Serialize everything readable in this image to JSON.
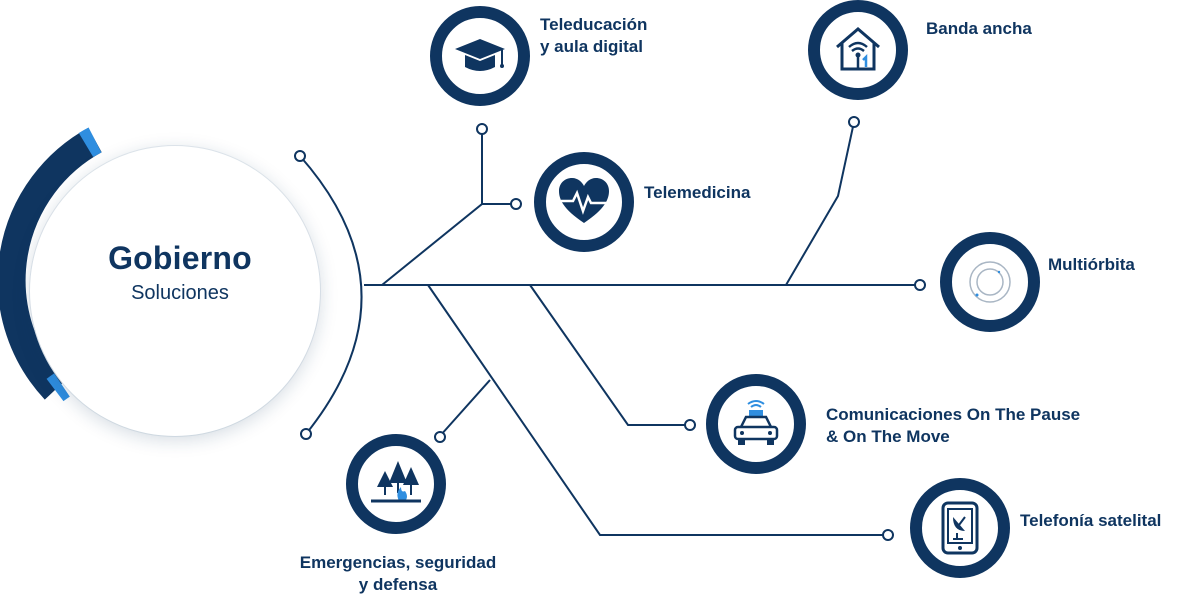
{
  "hub": {
    "title": "Gobierno",
    "subtitle": "Soluciones"
  },
  "nodes": [
    {
      "id": "teleducacion",
      "icon": "graduation-cap-icon",
      "lines": [
        "Teleducación",
        "y aula digital"
      ]
    },
    {
      "id": "telemedicina",
      "icon": "heart-pulse-icon",
      "lines": [
        "Telemedicina"
      ]
    },
    {
      "id": "banda-ancha",
      "icon": "house-wifi-icon",
      "lines": [
        "Banda ancha"
      ]
    },
    {
      "id": "multiorbita",
      "icon": "orbit-icon",
      "lines": [
        "Multiórbita"
      ]
    },
    {
      "id": "comunicaciones",
      "icon": "car-antenna-icon",
      "lines": [
        "Comunicaciones On The Pause",
        "& On The Move"
      ]
    },
    {
      "id": "telefonia",
      "icon": "satellite-phone-icon",
      "lines": [
        "Telefonía satelital"
      ]
    },
    {
      "id": "emergencias",
      "icon": "forest-fire-icon",
      "lines": [
        "Emergencias, seguridad",
        "y defensa"
      ]
    }
  ],
  "colors": {
    "navy": "#0f3560",
    "accent": "#2f8ee0",
    "line": "#0f3560"
  }
}
